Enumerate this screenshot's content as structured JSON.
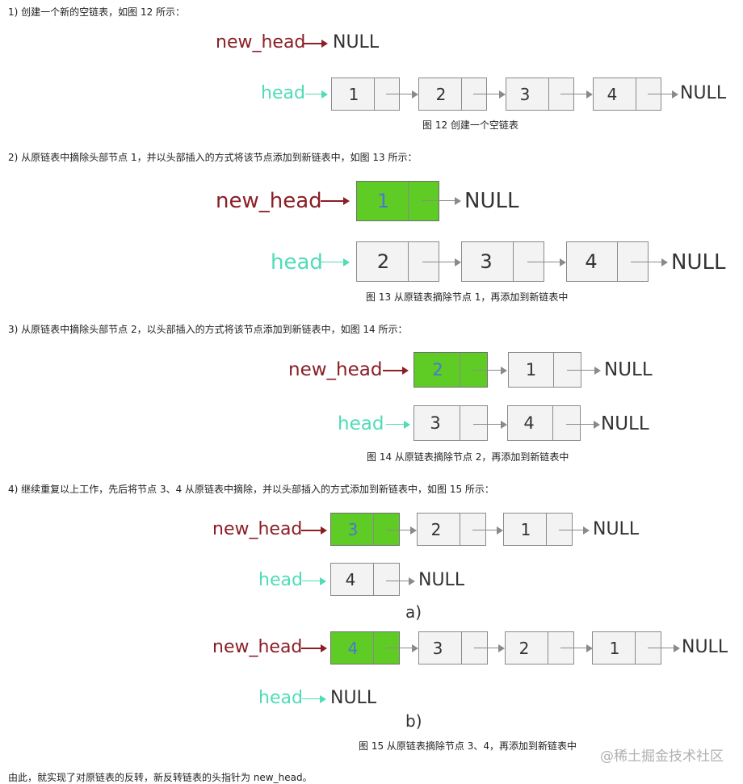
{
  "steps": [
    "1) 创建一个新的空链表，如图 12 所示：",
    "2) 从原链表中摘除头部节点 1，并以头部插入的方式将该节点添加到新链表中，如图 13 所示：",
    "3) 从原链表中摘除头部节点 2，以头部插入的方式将该节点添加到新链表中，如图 14 所示：",
    "4) 继续重复以上工作，先后将节点 3、4 从原链表中摘除，并以头部插入的方式添加到新链表中，如图 15 所示："
  ],
  "figures": {
    "fig12": {
      "caption": "图 12 创建一个空链表",
      "new_label": "new_head",
      "new_null": "NULL",
      "head_label": "head",
      "head_nodes": [
        "1",
        "2",
        "3",
        "4"
      ],
      "head_null": "NULL"
    },
    "fig13": {
      "caption": "图 13 从原链表摘除节点 1，再添加到新链表中",
      "new_label": "new_head",
      "new_nodes": [
        "1"
      ],
      "new_null": "NULL",
      "head_label": "head",
      "head_nodes": [
        "2",
        "3",
        "4"
      ],
      "head_null": "NULL"
    },
    "fig14": {
      "caption": "图 14 从原链表摘除节点 2，再添加到新链表中",
      "new_label": "new_head",
      "new_nodes": [
        "2",
        "1"
      ],
      "new_null": "NULL",
      "head_label": "head",
      "head_nodes": [
        "3",
        "4"
      ],
      "head_null": "NULL"
    },
    "fig15": {
      "caption": "图 15 从原链表摘除节点 3、4，再添加到新链表中",
      "a": {
        "new_label": "new_head",
        "new_nodes": [
          "3",
          "2",
          "1"
        ],
        "new_null": "NULL",
        "head_label": "head",
        "head_nodes": [
          "4"
        ],
        "head_null": "NULL",
        "sublabel": "a)"
      },
      "b": {
        "new_label": "new_head",
        "new_nodes": [
          "4",
          "3",
          "2",
          "1"
        ],
        "new_null": "NULL",
        "head_label": "head",
        "head_null": "NULL",
        "sublabel": "b)"
      }
    }
  },
  "conclusion": "由此，就实现了对原链表的反转，新反转链表的头指针为 new_head。",
  "watermark": "@稀土掘金技术社区",
  "colors": {
    "new_head": "#8b1e26",
    "head": "#4fdcb7",
    "highlight_node": "#5ecc25",
    "highlight_text": "#4a76d6"
  }
}
